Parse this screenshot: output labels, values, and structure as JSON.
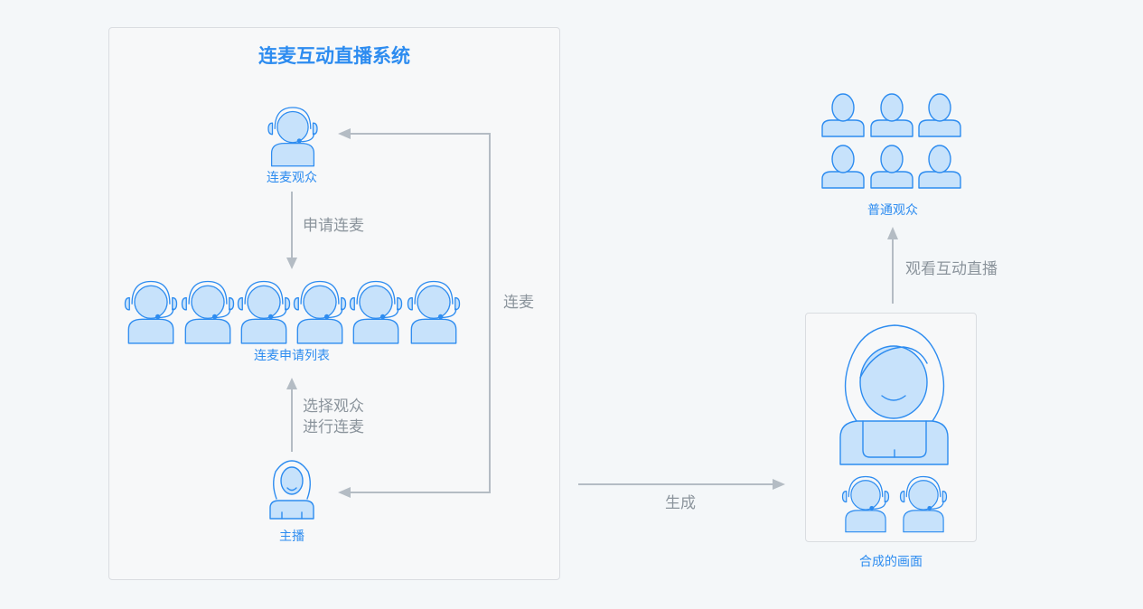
{
  "system": {
    "title": "连麦互动直播系统"
  },
  "nodes": {
    "cohost_audience": "连麦观众",
    "request_list": "连麦申请列表",
    "host": "主播",
    "normal_audience": "普通观众",
    "composite_screen": "合成的画面"
  },
  "edges": {
    "apply": "申请连麦",
    "select_line1": "选择观众",
    "select_line2": "进行连麦",
    "cohost": "连麦",
    "generate": "生成",
    "watch": "观看互动直播"
  },
  "colors": {
    "accent": "#2d8cf0",
    "fill": "#c7e2fb",
    "arrow": "#b4bcc4",
    "muted_text": "#8b949c"
  }
}
